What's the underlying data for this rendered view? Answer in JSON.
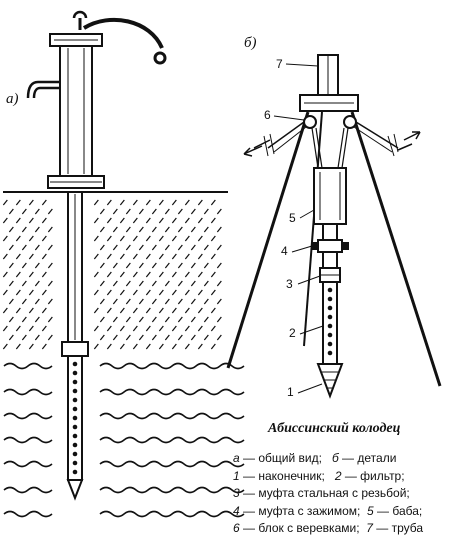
{
  "figure": {
    "panel_a_label": "а)",
    "panel_b_label": "б)",
    "callouts": [
      "1",
      "2",
      "3",
      "4",
      "5",
      "6",
      "7"
    ],
    "title": "Абиссинский колодец",
    "legend": [
      {
        "key": "а",
        "text": "общий вид;"
      },
      {
        "key": "б",
        "text": "детали"
      },
      {
        "key": "1",
        "text": "наконечник;"
      },
      {
        "key": "2",
        "text": "фильтр;"
      },
      {
        "key": "3",
        "text": "муфта стальная с резьбой;"
      },
      {
        "key": "4",
        "text": "муфта с зажимом;"
      },
      {
        "key": "5",
        "text": "баба;"
      },
      {
        "key": "6",
        "text": "блок с веревками;"
      },
      {
        "key": "7",
        "text": "труба"
      }
    ]
  }
}
